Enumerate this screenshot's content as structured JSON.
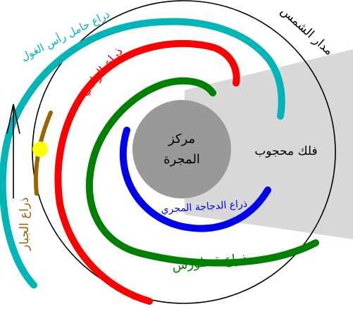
{
  "labels": {
    "solar_orbit": "مدار الشمس",
    "obscured_sphere": "فلك محجوب",
    "galactic_center_line1": "مركز",
    "galactic_center_line2": "المجرة",
    "perseus_arm": "ذراع حامل رأس الغول",
    "sagittarius_arm": "ذراع الرامي",
    "orion_arm": "ذراع الجبار",
    "cygnus_arm": "ذراع الدجاجة المجري",
    "centaurus_arm": "ذراع قنطورس"
  },
  "colors": {
    "perseus": "#00b5b8",
    "sagittarius": "#ff0000",
    "centaurus": "#008000",
    "cygnus": "#0000ee",
    "orion": "#9a6500",
    "sun": "#ffff00",
    "center": "#999999",
    "obscured": "#d8d8d8"
  }
}
